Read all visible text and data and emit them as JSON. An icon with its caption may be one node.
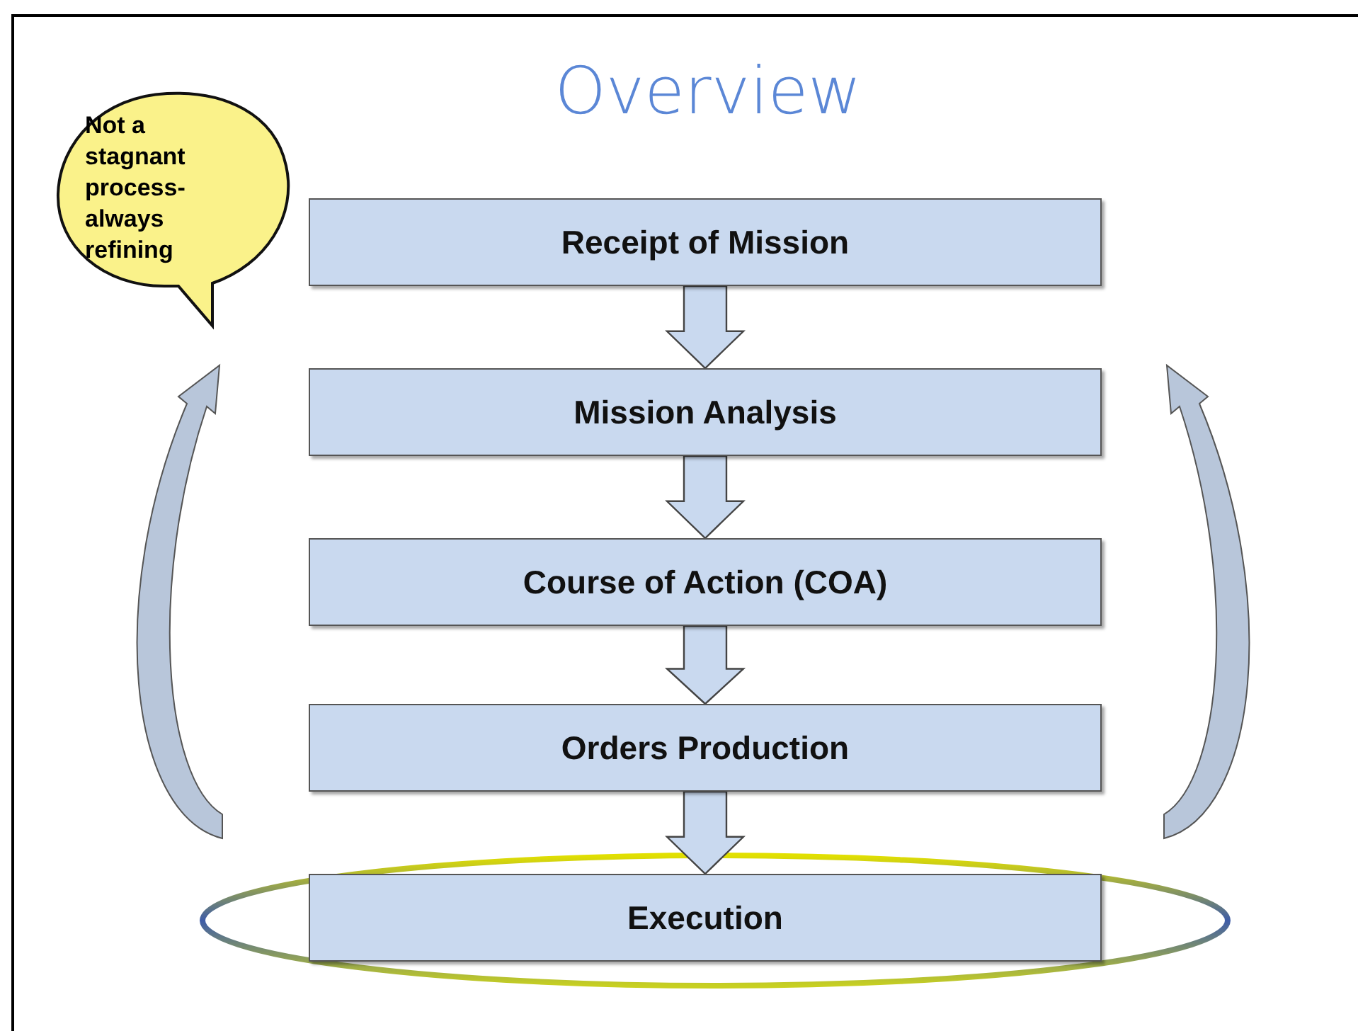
{
  "diagram": {
    "title": "Overview",
    "nodes": [
      {
        "text": [
          "Not a stagnant process- always refining"
        ]
      },
      {
        "text": [
          "Receipt of Mission"
        ]
      },
      {
        "text": [
          "Mission Analysis"
        ]
      },
      {
        "text": [
          "Course of Action (COA)"
        ]
      },
      {
        "text": [
          "Orders Production"
        ]
      },
      {
        "text": [
          "Execution"
        ]
      }
    ],
    "edges": [
      {
        "from": 1,
        "to": 2,
        "arrow": "to"
      },
      {
        "from": 2,
        "to": 3,
        "arrow": "to"
      },
      {
        "from": 3,
        "to": 4,
        "arrow": "to"
      },
      {
        "from": 4,
        "to": 5,
        "arrow": "to"
      }
    ]
  }
}
